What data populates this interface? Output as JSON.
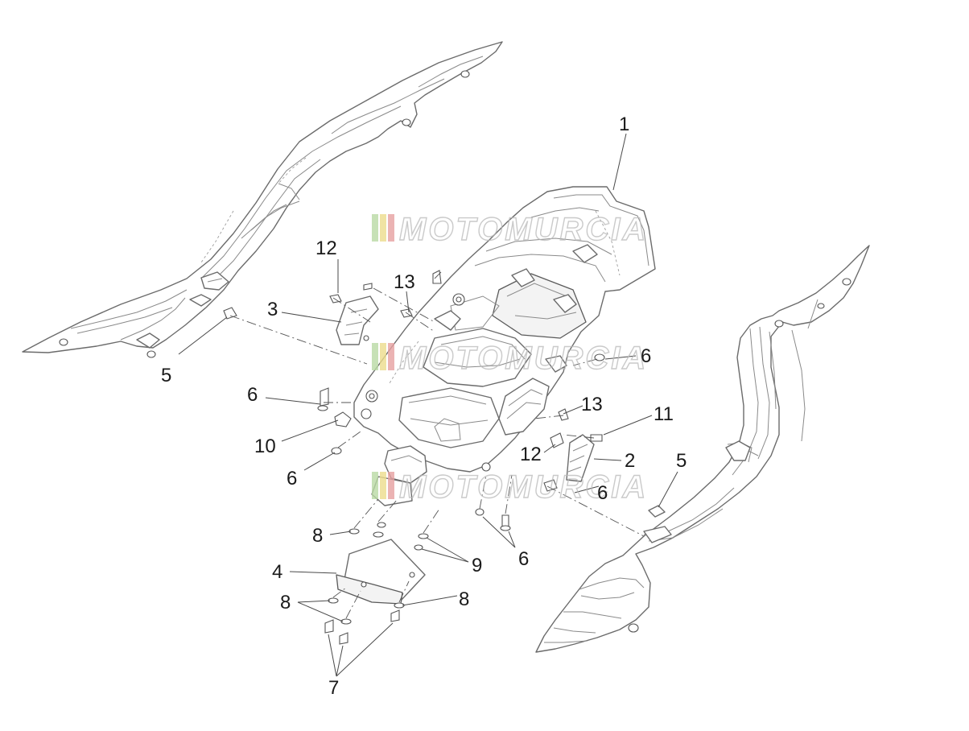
{
  "diagram": {
    "watermark": {
      "text": "MOTOMURCIA",
      "colors": [
        "#b9d9a4",
        "#ecdc8c",
        "#e6a0a0"
      ]
    },
    "callouts": [
      {
        "label": "1"
      },
      {
        "label": "12"
      },
      {
        "label": "13"
      },
      {
        "label": "3"
      },
      {
        "label": "5"
      },
      {
        "label": "6"
      },
      {
        "label": "6"
      },
      {
        "label": "13"
      },
      {
        "label": "11"
      },
      {
        "label": "10"
      },
      {
        "label": "6"
      },
      {
        "label": "12"
      },
      {
        "label": "2"
      },
      {
        "label": "5"
      },
      {
        "label": "6"
      },
      {
        "label": "8"
      },
      {
        "label": "6"
      },
      {
        "label": "9"
      },
      {
        "label": "4"
      },
      {
        "label": "8"
      },
      {
        "label": "8"
      },
      {
        "label": "7"
      }
    ]
  }
}
